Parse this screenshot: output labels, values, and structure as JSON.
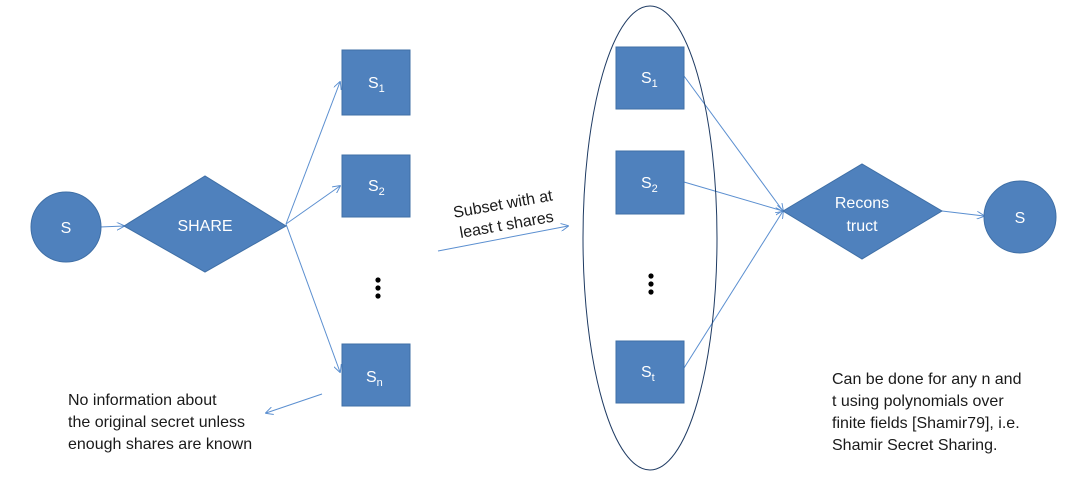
{
  "diagram": {
    "secret_left": "S",
    "share_label": "SHARE",
    "shares_left": [
      {
        "base": "S",
        "sub": "1"
      },
      {
        "base": "S",
        "sub": "2"
      },
      {
        "base": "S",
        "sub": "n"
      }
    ],
    "shares_right": [
      {
        "base": "S",
        "sub": "1"
      },
      {
        "base": "S",
        "sub": "2"
      },
      {
        "base": "S",
        "sub": "t"
      }
    ],
    "subset_label": {
      "line1": "Subset with at",
      "line2": "least t shares"
    },
    "reconstruct_label": {
      "line1": "Recons",
      "line2": "truct"
    },
    "secret_right": "S",
    "note_left": [
      "No information about",
      "the original secret unless",
      "enough shares are known"
    ],
    "note_right": [
      "Can be done for any n and",
      "t using polynomials over",
      "finite fields [Shamir79], i.e.",
      "Shamir Secret Sharing."
    ],
    "colors": {
      "fill": "#4f81bd",
      "stroke": "#3f6fa6",
      "arrow": "#5b8fd0",
      "text": "#ffffff",
      "dots": "#000000"
    }
  }
}
